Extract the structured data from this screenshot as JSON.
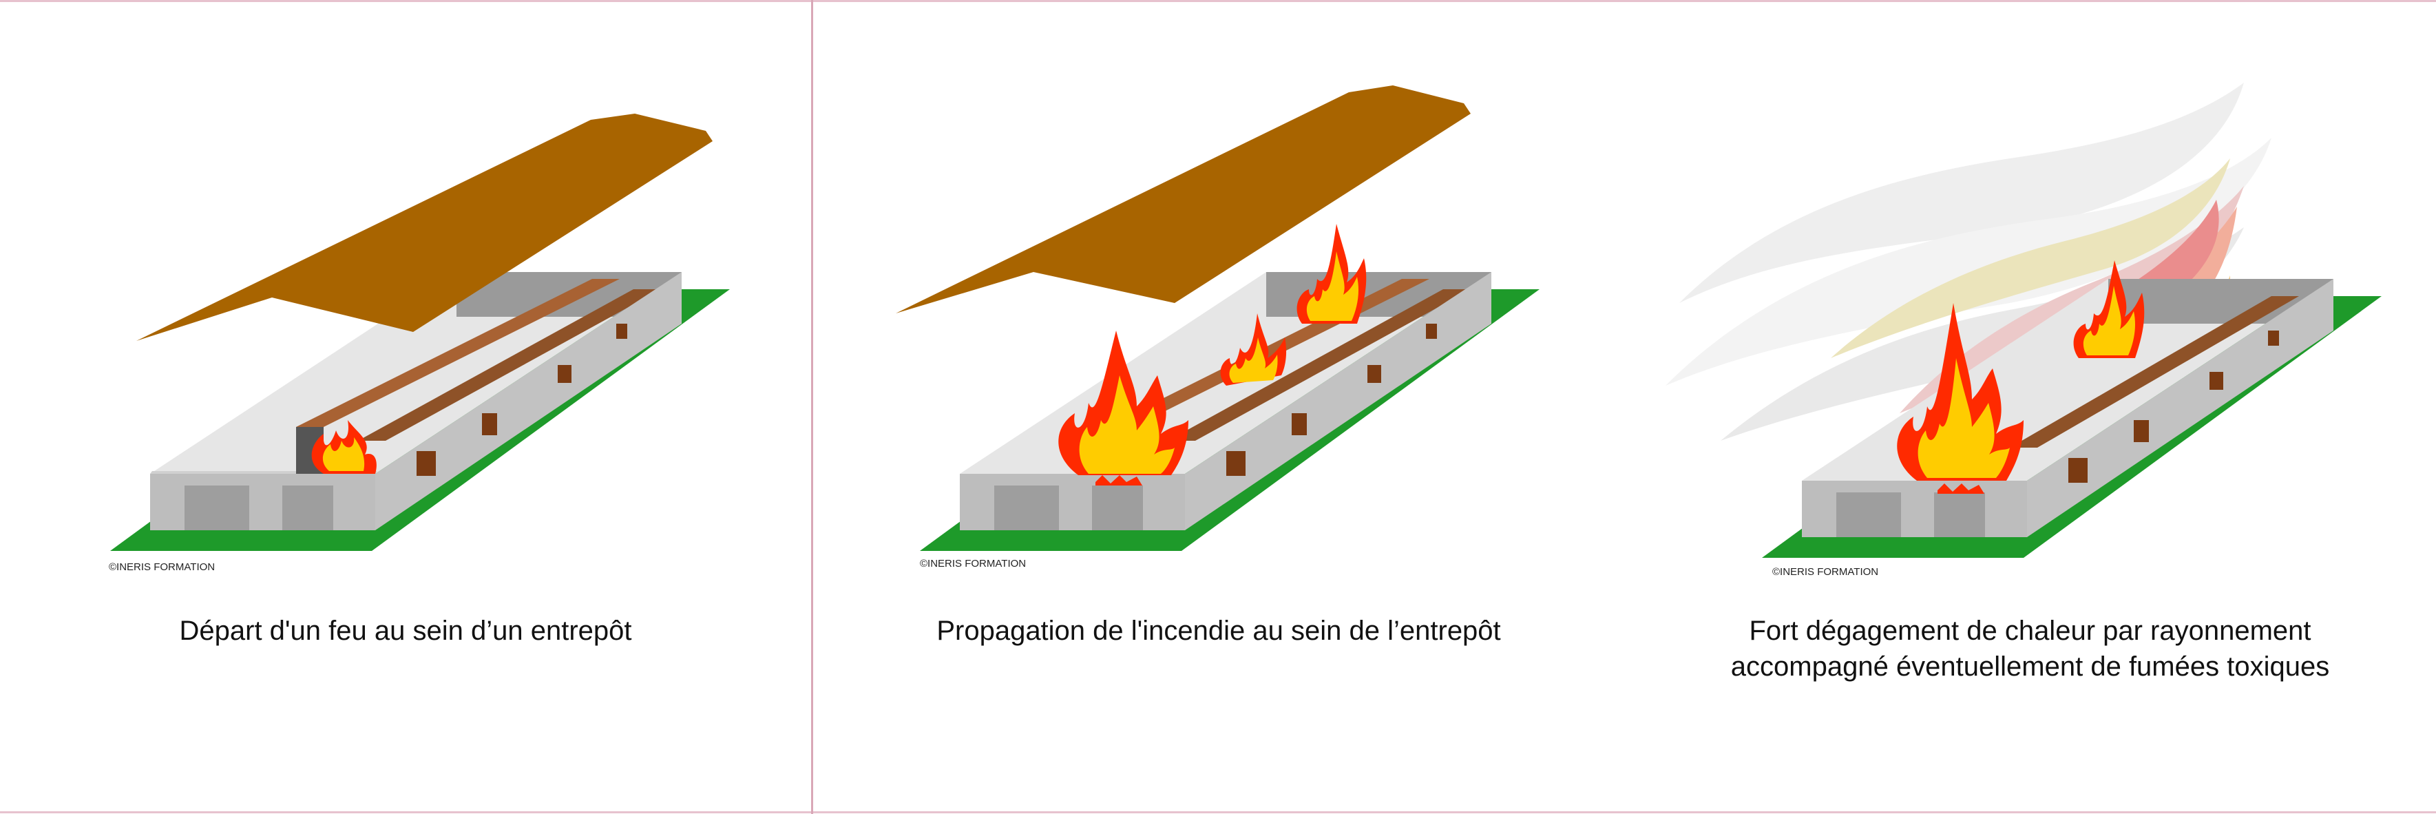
{
  "panels": [
    {
      "caption_lines": [
        "Départ d'un  feu au sein d’un entrepôt"
      ],
      "credit": "©INERIS FORMATION"
    },
    {
      "caption_lines": [
        "Propagation de l'incendie au sein de l’entrepôt"
      ],
      "credit": "©INERIS FORMATION"
    },
    {
      "caption_lines": [
        "Fort dégagement de chaleur par rayonnement",
        "accompagné éventuellement de fumées toxiques"
      ],
      "credit": "©INERIS FORMATION"
    }
  ],
  "colors": {
    "ground": "#1e9a2a",
    "roof": "#a86400",
    "wall": "#c6c6c6",
    "wall_side": "#b8b8b8",
    "floor": "#e3e3e3",
    "rack": "#a86233",
    "flame_outer": "#ff2a00",
    "flame_inner": "#ffcc00"
  },
  "icons": [
    "flame-icon",
    "smoke-plume"
  ]
}
